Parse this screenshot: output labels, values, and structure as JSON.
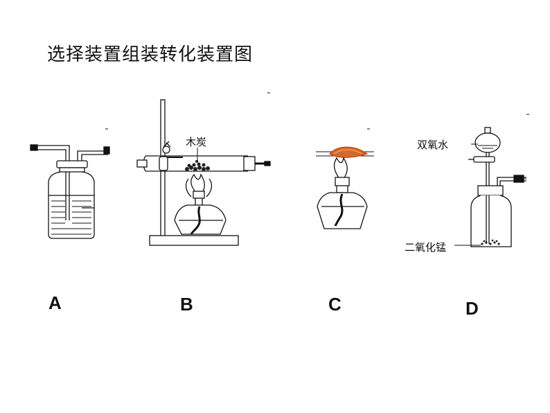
{
  "title": "选择装置组装转化装置图",
  "apparatus": [
    {
      "label": "A"
    },
    {
      "label": "B",
      "annotation": "木炭"
    },
    {
      "label": "C"
    },
    {
      "label": "D",
      "annotations": [
        "双氧水",
        "二氧化锰"
      ]
    }
  ]
}
